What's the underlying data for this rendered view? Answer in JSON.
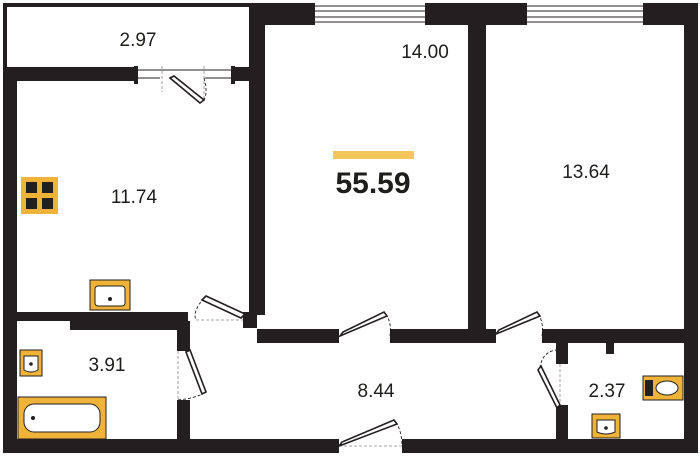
{
  "plan": {
    "total_area": "55.59",
    "accent_color": "#f4c55a",
    "fixture_color": "#f0b33a",
    "rooms": [
      {
        "id": "balcony",
        "area": "2.97"
      },
      {
        "id": "living-room",
        "area": "14.00"
      },
      {
        "id": "bedroom",
        "area": "13.64"
      },
      {
        "id": "kitchen",
        "area": "11.74"
      },
      {
        "id": "bathroom",
        "area": "3.91"
      },
      {
        "id": "hallway",
        "area": "8.44"
      },
      {
        "id": "toilet",
        "area": "2.37"
      }
    ],
    "fixtures": [
      "stove-icon",
      "kitchen-sink-icon",
      "washbasin-icon",
      "bathtub-icon",
      "toilet-icon",
      "toilet-sink-icon"
    ]
  }
}
